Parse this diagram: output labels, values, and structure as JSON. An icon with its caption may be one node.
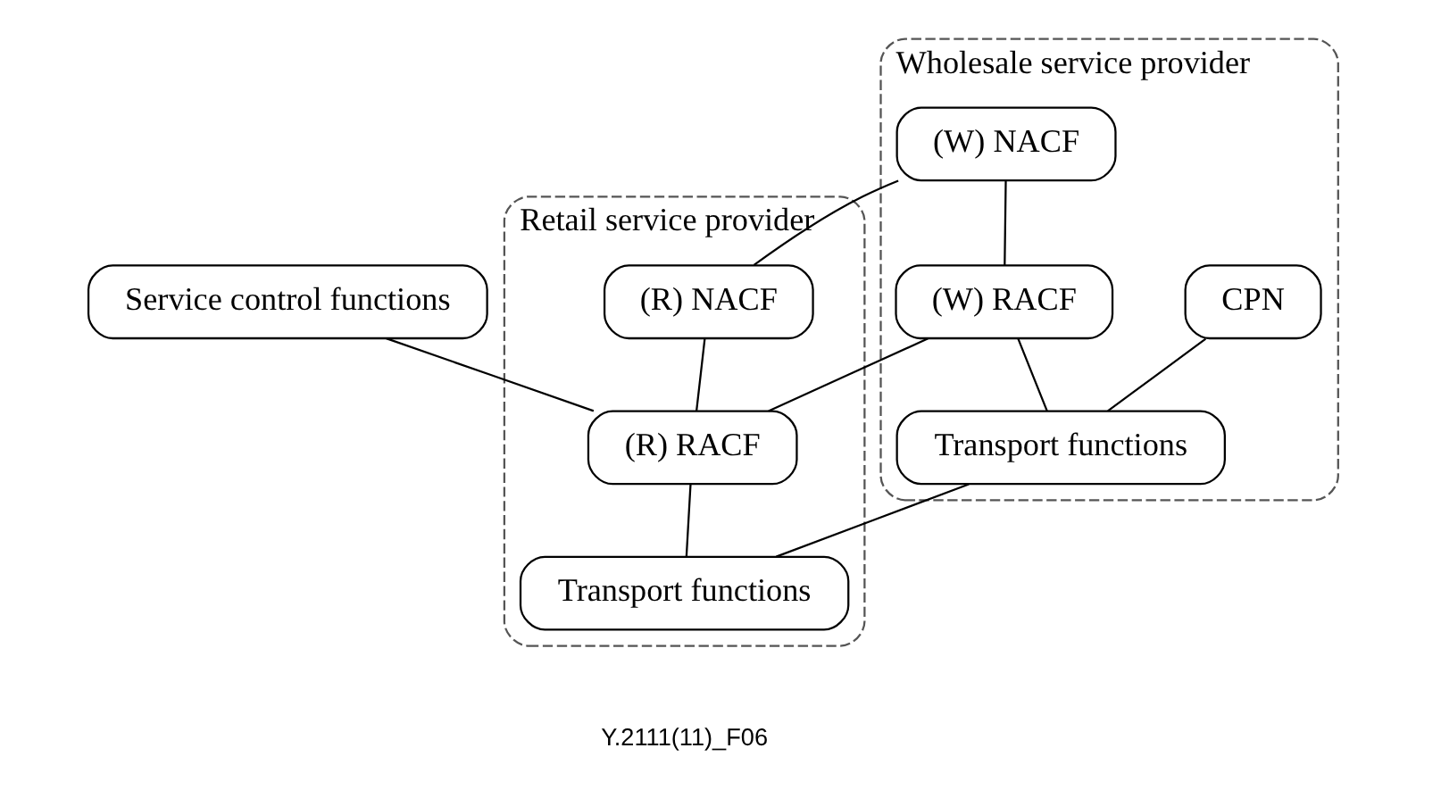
{
  "diagram": {
    "nodes": [
      {
        "text": [
          "Service control functions"
        ]
      },
      {
        "text": [
          "Retail service provider"
        ]
      },
      {
        "text": [
          "(R) NACF"
        ],
        "in": 1
      },
      {
        "text": [
          "Wholesale service provider"
        ]
      },
      {
        "text": [
          "(W) NACF"
        ],
        "in": 3
      },
      {
        "text": [
          "(W) RACF"
        ],
        "in": 3
      },
      {
        "text": [
          "CPN"
        ],
        "in": 3
      },
      {
        "text": [
          "Transport functions"
        ],
        "in": 3
      },
      {
        "text": [
          "(R) RACF"
        ],
        "in": 1
      },
      {
        "text": [
          "Transport functions"
        ],
        "in": 1
      }
    ],
    "edges": [
      {
        "from": 0,
        "to": 8,
        "arrow": "none"
      },
      {
        "from": 2,
        "to": 8,
        "arrow": "none"
      },
      {
        "from": 2,
        "to": 4,
        "arrow": "none"
      },
      {
        "from": 4,
        "to": 5,
        "arrow": "none"
      },
      {
        "from": 5,
        "to": 8,
        "arrow": "none"
      },
      {
        "from": 5,
        "to": 7,
        "arrow": "none"
      },
      {
        "from": 6,
        "to": 7,
        "arrow": "none"
      },
      {
        "from": 7,
        "to": 9,
        "arrow": "none"
      },
      {
        "from": 8,
        "to": 9,
        "arrow": "none"
      }
    ],
    "labels": [
      "Y.2111(11)_F06"
    ]
  }
}
